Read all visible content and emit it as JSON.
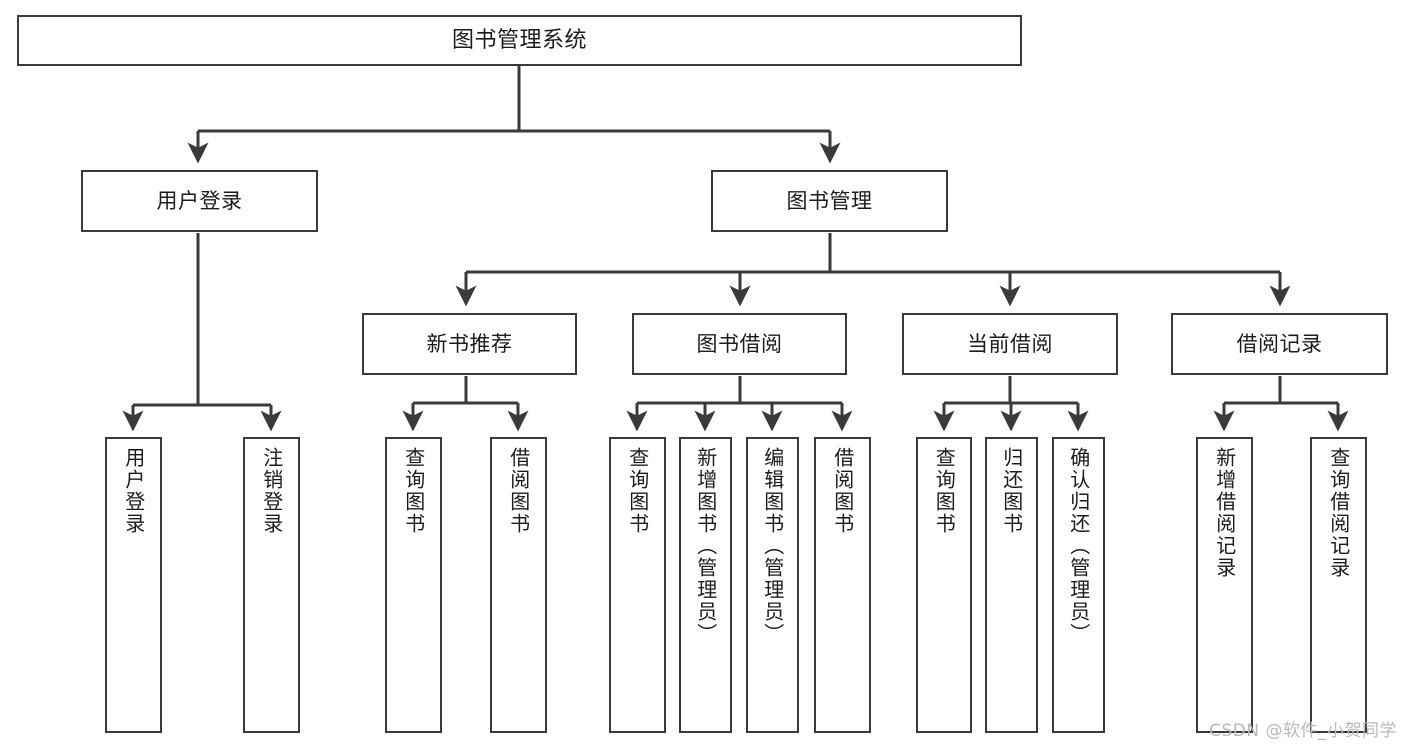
{
  "diagram": {
    "title": "图书管理系统",
    "type": "hierarchy-tree",
    "watermark": "CSDN @软件_小贺同学",
    "colors": {
      "stroke": "#3a3a3a",
      "fill": "#ffffff",
      "text": "#1c1c1c",
      "watermark": "#b9b9b9"
    },
    "levels": {
      "root": {
        "label": "图书管理系统"
      },
      "level1": [
        {
          "label": "用户登录"
        },
        {
          "label": "图书管理"
        }
      ],
      "level2": [
        {
          "label": "新书推荐"
        },
        {
          "label": "图书借阅"
        },
        {
          "label": "当前借阅"
        },
        {
          "label": "借阅记录"
        }
      ],
      "leaves": {
        "user_login": [
          {
            "label": "用户登录"
          },
          {
            "label": "注销登录"
          }
        ],
        "new_book_recommend": [
          {
            "label": "查询图书"
          },
          {
            "label": "借阅图书"
          }
        ],
        "book_borrow": [
          {
            "label": "查询图书"
          },
          {
            "label": "新增图书（管理员）"
          },
          {
            "label": "编辑图书（管理员）"
          },
          {
            "label": "借阅图书"
          }
        ],
        "current_borrow": [
          {
            "label": "查询图书"
          },
          {
            "label": "归还图书"
          },
          {
            "label": "确认归还（管理员）"
          }
        ],
        "borrow_record": [
          {
            "label": "新增借阅记录"
          },
          {
            "label": "查询借阅记录"
          }
        ]
      }
    }
  }
}
